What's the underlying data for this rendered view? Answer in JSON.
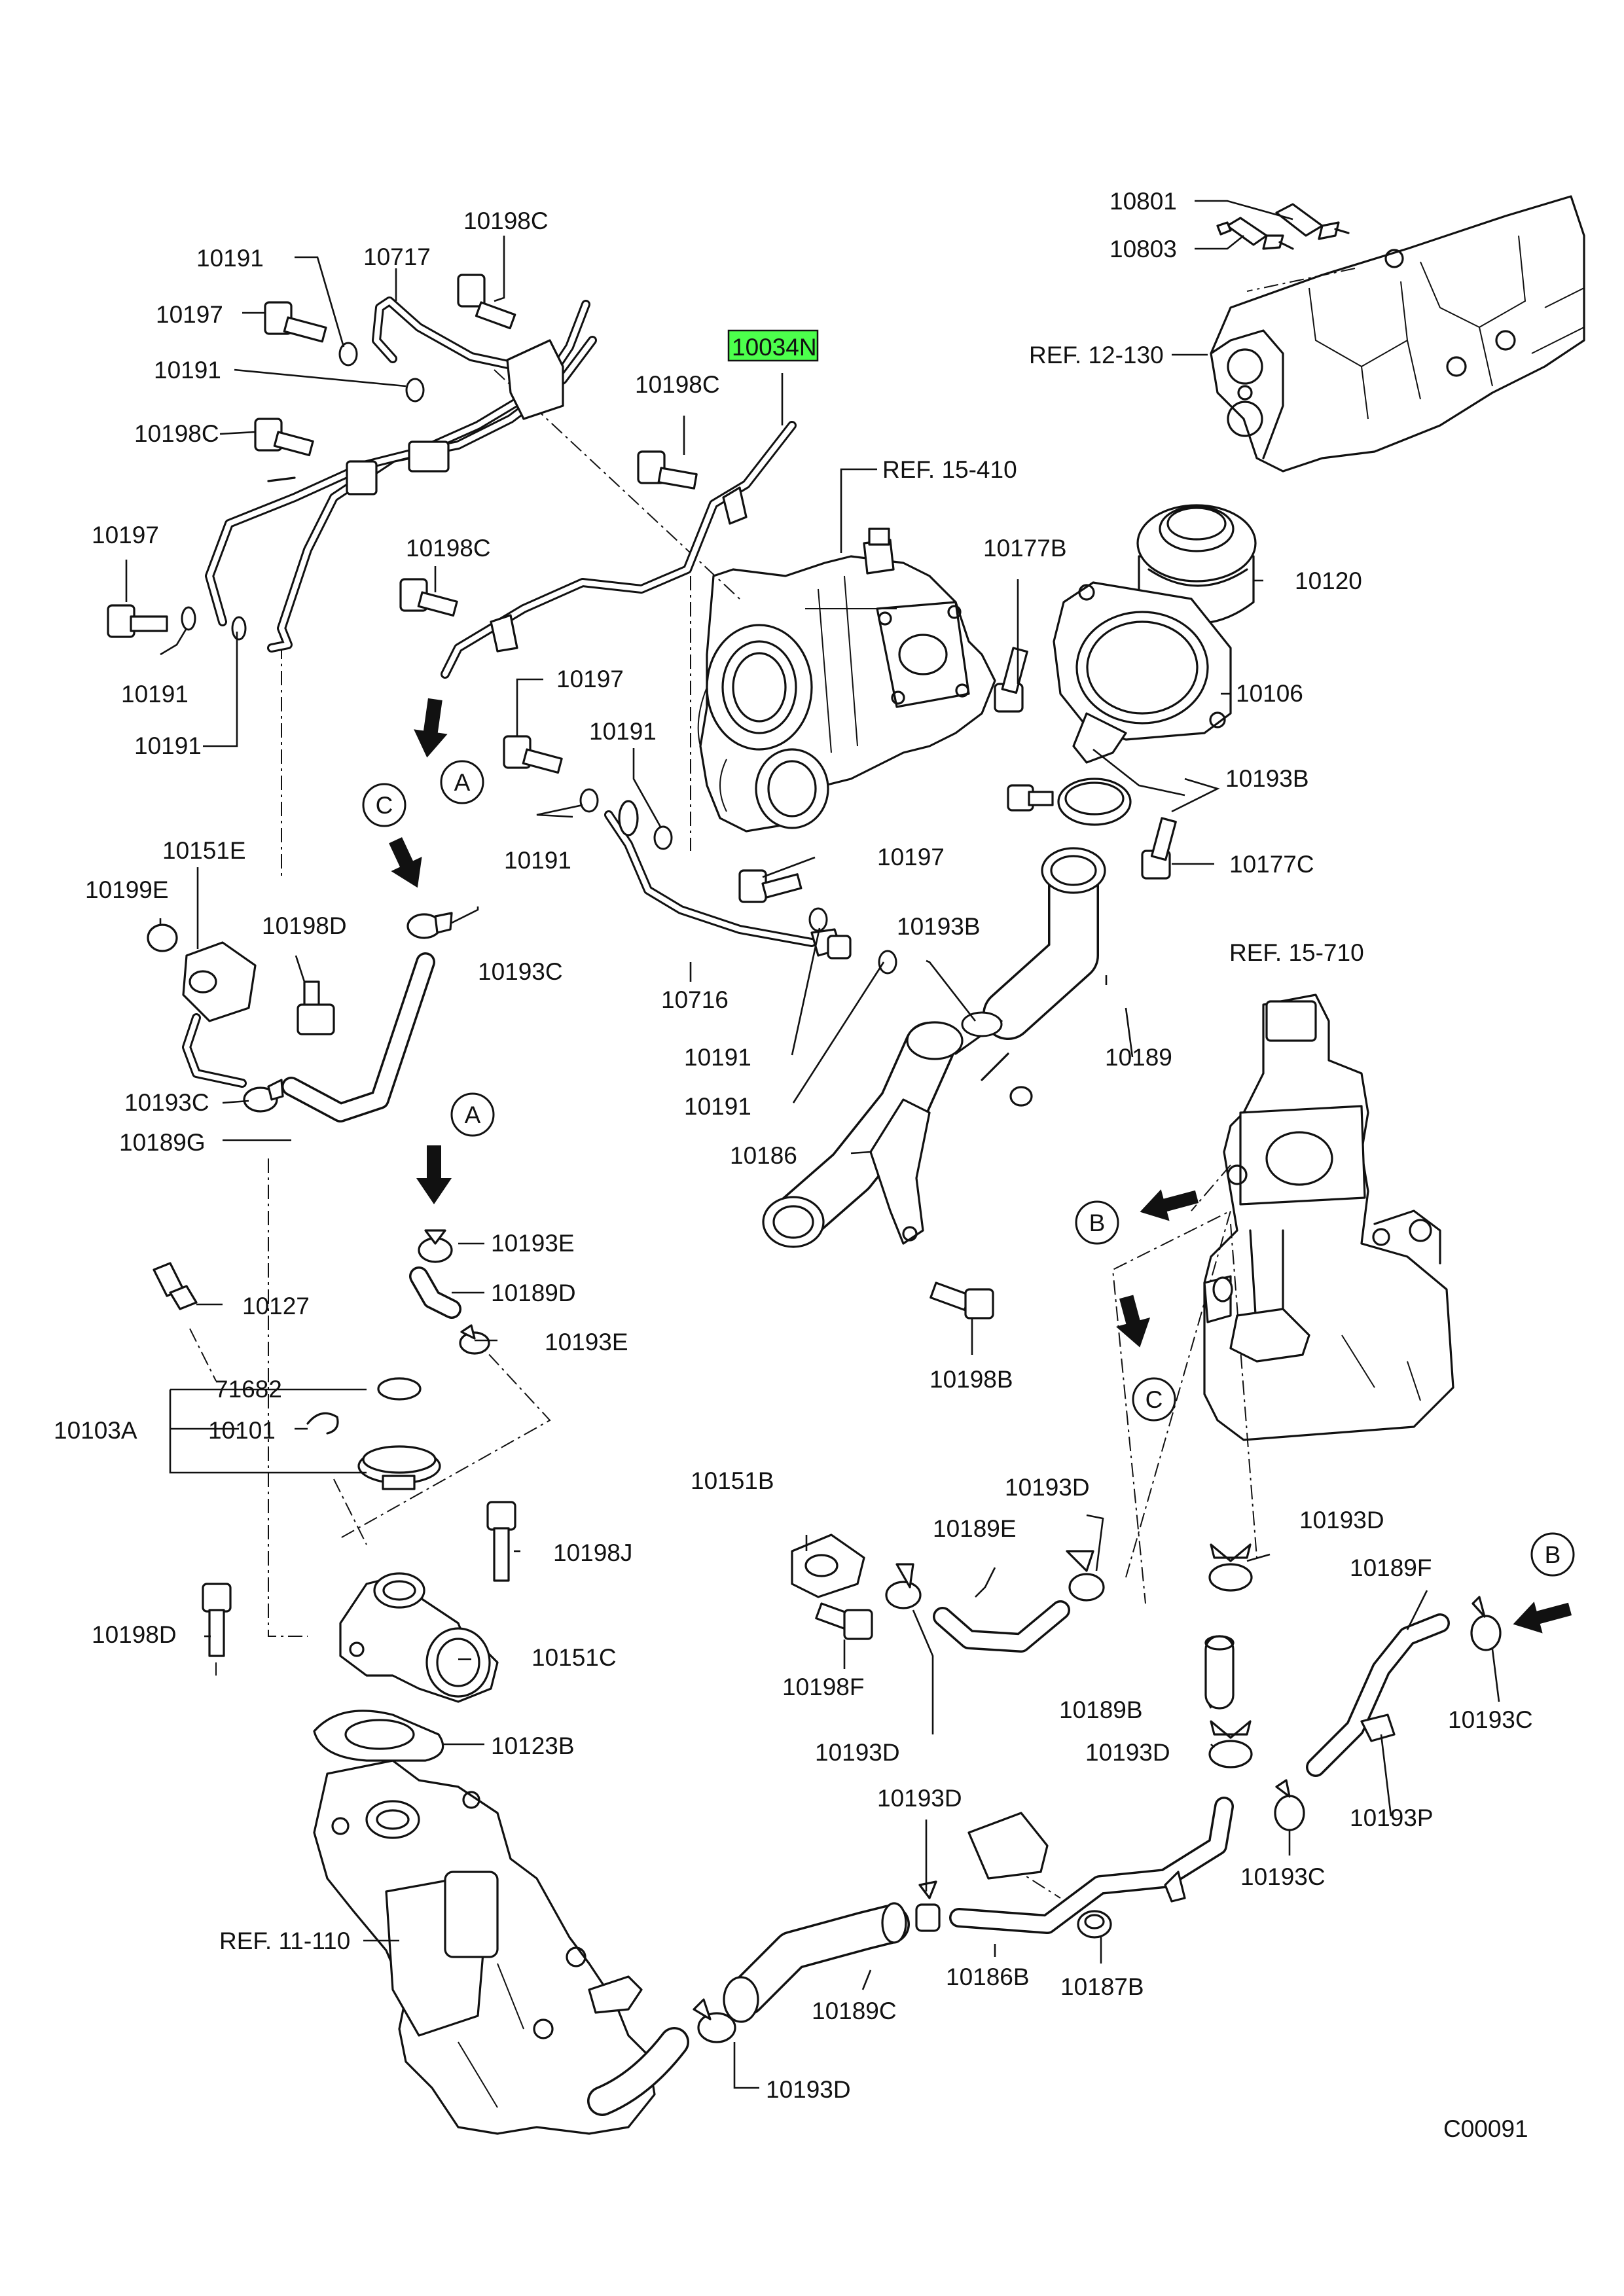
{
  "diagram_code": "C00091",
  "highlighted_part": "10034N",
  "parts": {
    "p10801": "10801",
    "p10803": "10803",
    "ref_12_130": "REF. 12-130",
    "p10198C_top": "10198C",
    "p10191_a": "10191",
    "p10717": "10717",
    "p10197_a": "10197",
    "p10191_b": "10191",
    "p10198C_b": "10198C",
    "p10198C_c": "10198C",
    "p10034N": "10034N",
    "ref_15_410": "REF. 15-410",
    "p10197_left": "10197",
    "p10198C_d": "10198C",
    "p10177B": "10177B",
    "p10120": "10120",
    "p10191_c": "10191",
    "p10191_d": "10191",
    "p10197_b": "10197",
    "p10106": "10106",
    "p10191_e": "10191",
    "p10193B": "10193B",
    "p10191_f": "10191",
    "p10197_c": "10197",
    "p10177C": "10177C",
    "p10151E": "10151E",
    "p10199E": "10199E",
    "p10198D_a": "10198D",
    "p10193C_a": "10193C",
    "p10716": "10716",
    "p10193B_b": "10193B",
    "ref_15_710": "REF. 15-710",
    "p10191_g": "10191",
    "p10189": "10189",
    "p10193C_b": "10193C",
    "p10191_h": "10191",
    "p10189G": "10189G",
    "p10186": "10186",
    "p10193E_a": "10193E",
    "p10189D": "10189D",
    "p10127": "10127",
    "p10193E_b": "10193E",
    "p10198B": "10198B",
    "p71682": "71682",
    "p10103A": "10103A",
    "p10101": "10101",
    "p10151B": "10151B",
    "p10193D_a": "10193D",
    "p10189E": "10189E",
    "p10193D_b": "10193D",
    "p10198J": "10198J",
    "p10189F": "10189F",
    "p10198D_b": "10198D",
    "p10151C": "10151C",
    "p10198F": "10198F",
    "p10189B": "10189B",
    "p10193C_c": "10193C",
    "p10193D_c": "10193D",
    "p10193D_d": "10193D",
    "p10123B": "10123B",
    "p10193P": "10193P",
    "p10193D_e": "10193D",
    "p10193C_d": "10193C",
    "ref_11_110": "REF. 11-110",
    "p10186B": "10186B",
    "p10187B": "10187B",
    "p10189C": "10189C",
    "p10193D_f": "10193D"
  },
  "callouts": {
    "a1": "A",
    "a2": "A",
    "b1": "B",
    "b2": "B",
    "c1": "C",
    "c2": "C"
  }
}
